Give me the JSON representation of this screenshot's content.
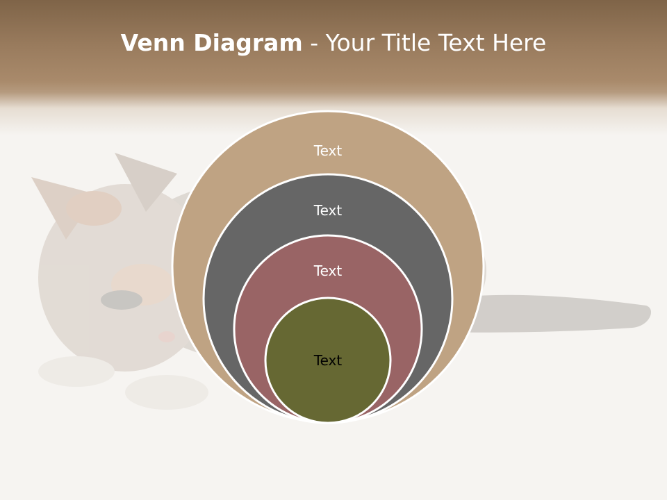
{
  "slide": {
    "title_bold": "Venn Diagram",
    "title_rest": " - Your Title Text Here"
  },
  "diagram": {
    "circles": [
      {
        "label": "Text",
        "color": "#bfa383",
        "text_color": "#ffffff"
      },
      {
        "label": "Text",
        "color": "#666666",
        "text_color": "#ffffff"
      },
      {
        "label": "Text",
        "color": "#996465",
        "text_color": "#ffffff"
      },
      {
        "label": "Text",
        "color": "#666833",
        "text_color": "#000000"
      }
    ]
  },
  "theme": {
    "header_color": "#8c6f52",
    "background_color": "#f6f4f1"
  }
}
